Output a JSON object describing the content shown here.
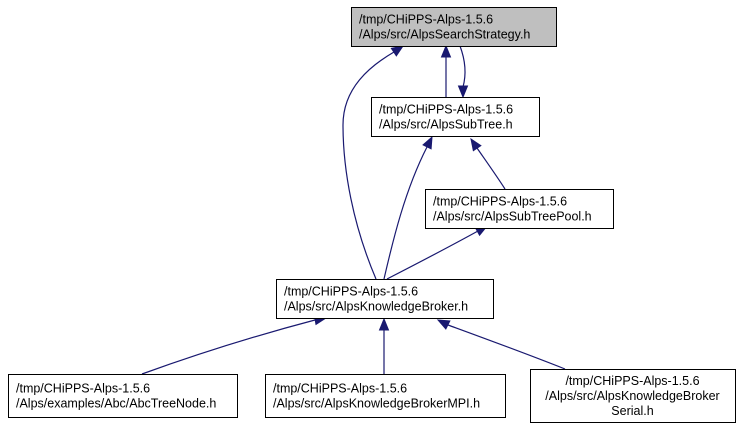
{
  "graph": {
    "nodes": [
      {
        "id": "search_strategy",
        "current": true,
        "lines": [
          "/tmp/CHiPPS-Alps-1.5.6",
          "/Alps/src/AlpsSearchStrategy.h"
        ]
      },
      {
        "id": "subtree",
        "current": false,
        "lines": [
          "/tmp/CHiPPS-Alps-1.5.6",
          "/Alps/src/AlpsSubTree.h"
        ]
      },
      {
        "id": "subtree_pool",
        "current": false,
        "lines": [
          "/tmp/CHiPPS-Alps-1.5.6",
          "/Alps/src/AlpsSubTreePool.h"
        ]
      },
      {
        "id": "knowledge_broker",
        "current": false,
        "lines": [
          "/tmp/CHiPPS-Alps-1.5.6",
          "/Alps/src/AlpsKnowledgeBroker.h"
        ]
      },
      {
        "id": "abc_tree_node",
        "current": false,
        "lines": [
          "/tmp/CHiPPS-Alps-1.5.6",
          "/Alps/examples/Abc/AbcTreeNode.h"
        ]
      },
      {
        "id": "broker_mpi",
        "current": false,
        "lines": [
          "/tmp/CHiPPS-Alps-1.5.6",
          "/Alps/src/AlpsKnowledgeBrokerMPI.h"
        ]
      },
      {
        "id": "broker_serial",
        "current": false,
        "lines": [
          "/tmp/CHiPPS-Alps-1.5.6",
          "/Alps/src/AlpsKnowledgeBroker",
          "Serial.h"
        ]
      }
    ],
    "edges": [
      {
        "from": "subtree",
        "to": "search_strategy"
      },
      {
        "from": "search_strategy",
        "to": "subtree"
      },
      {
        "from": "knowledge_broker",
        "to": "search_strategy"
      },
      {
        "from": "knowledge_broker",
        "to": "subtree"
      },
      {
        "from": "subtree_pool",
        "to": "subtree"
      },
      {
        "from": "knowledge_broker",
        "to": "subtree_pool"
      },
      {
        "from": "abc_tree_node",
        "to": "knowledge_broker"
      },
      {
        "from": "broker_mpi",
        "to": "knowledge_broker"
      },
      {
        "from": "broker_serial",
        "to": "knowledge_broker"
      }
    ],
    "colors": {
      "edge": "#191970",
      "current_fill": "#bfbfbf",
      "box_fill": "#ffffff",
      "box_stroke": "#000000"
    }
  }
}
